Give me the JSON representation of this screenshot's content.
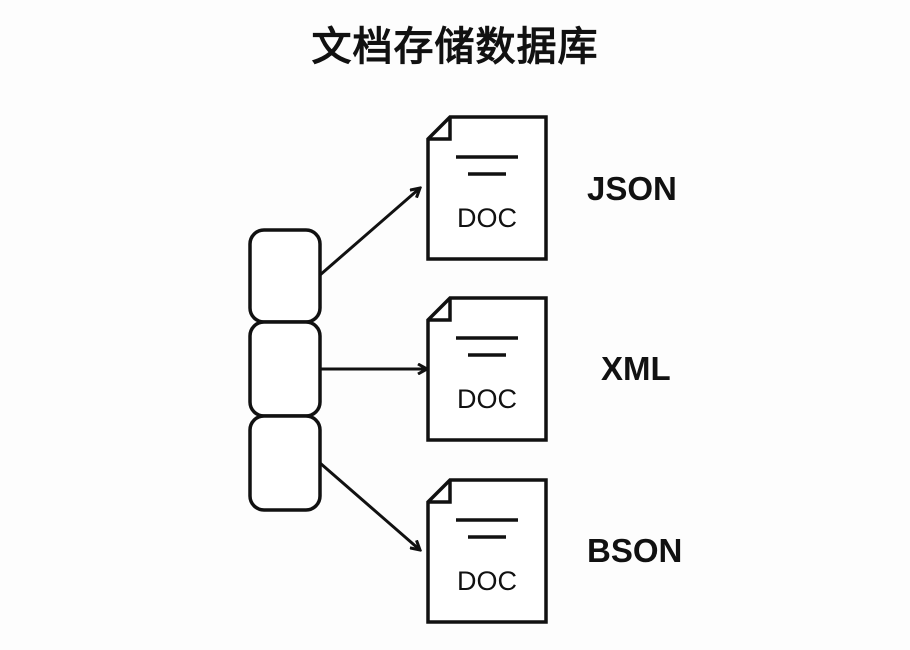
{
  "title": "文档存储数据库",
  "documents": [
    {
      "icon_label": "DOC",
      "format": "JSON"
    },
    {
      "icon_label": "DOC",
      "format": "XML"
    },
    {
      "icon_label": "DOC",
      "format": "BSON"
    }
  ],
  "store_slots": 3,
  "colors": {
    "stroke": "#111111",
    "background": "#fdfdfd"
  }
}
